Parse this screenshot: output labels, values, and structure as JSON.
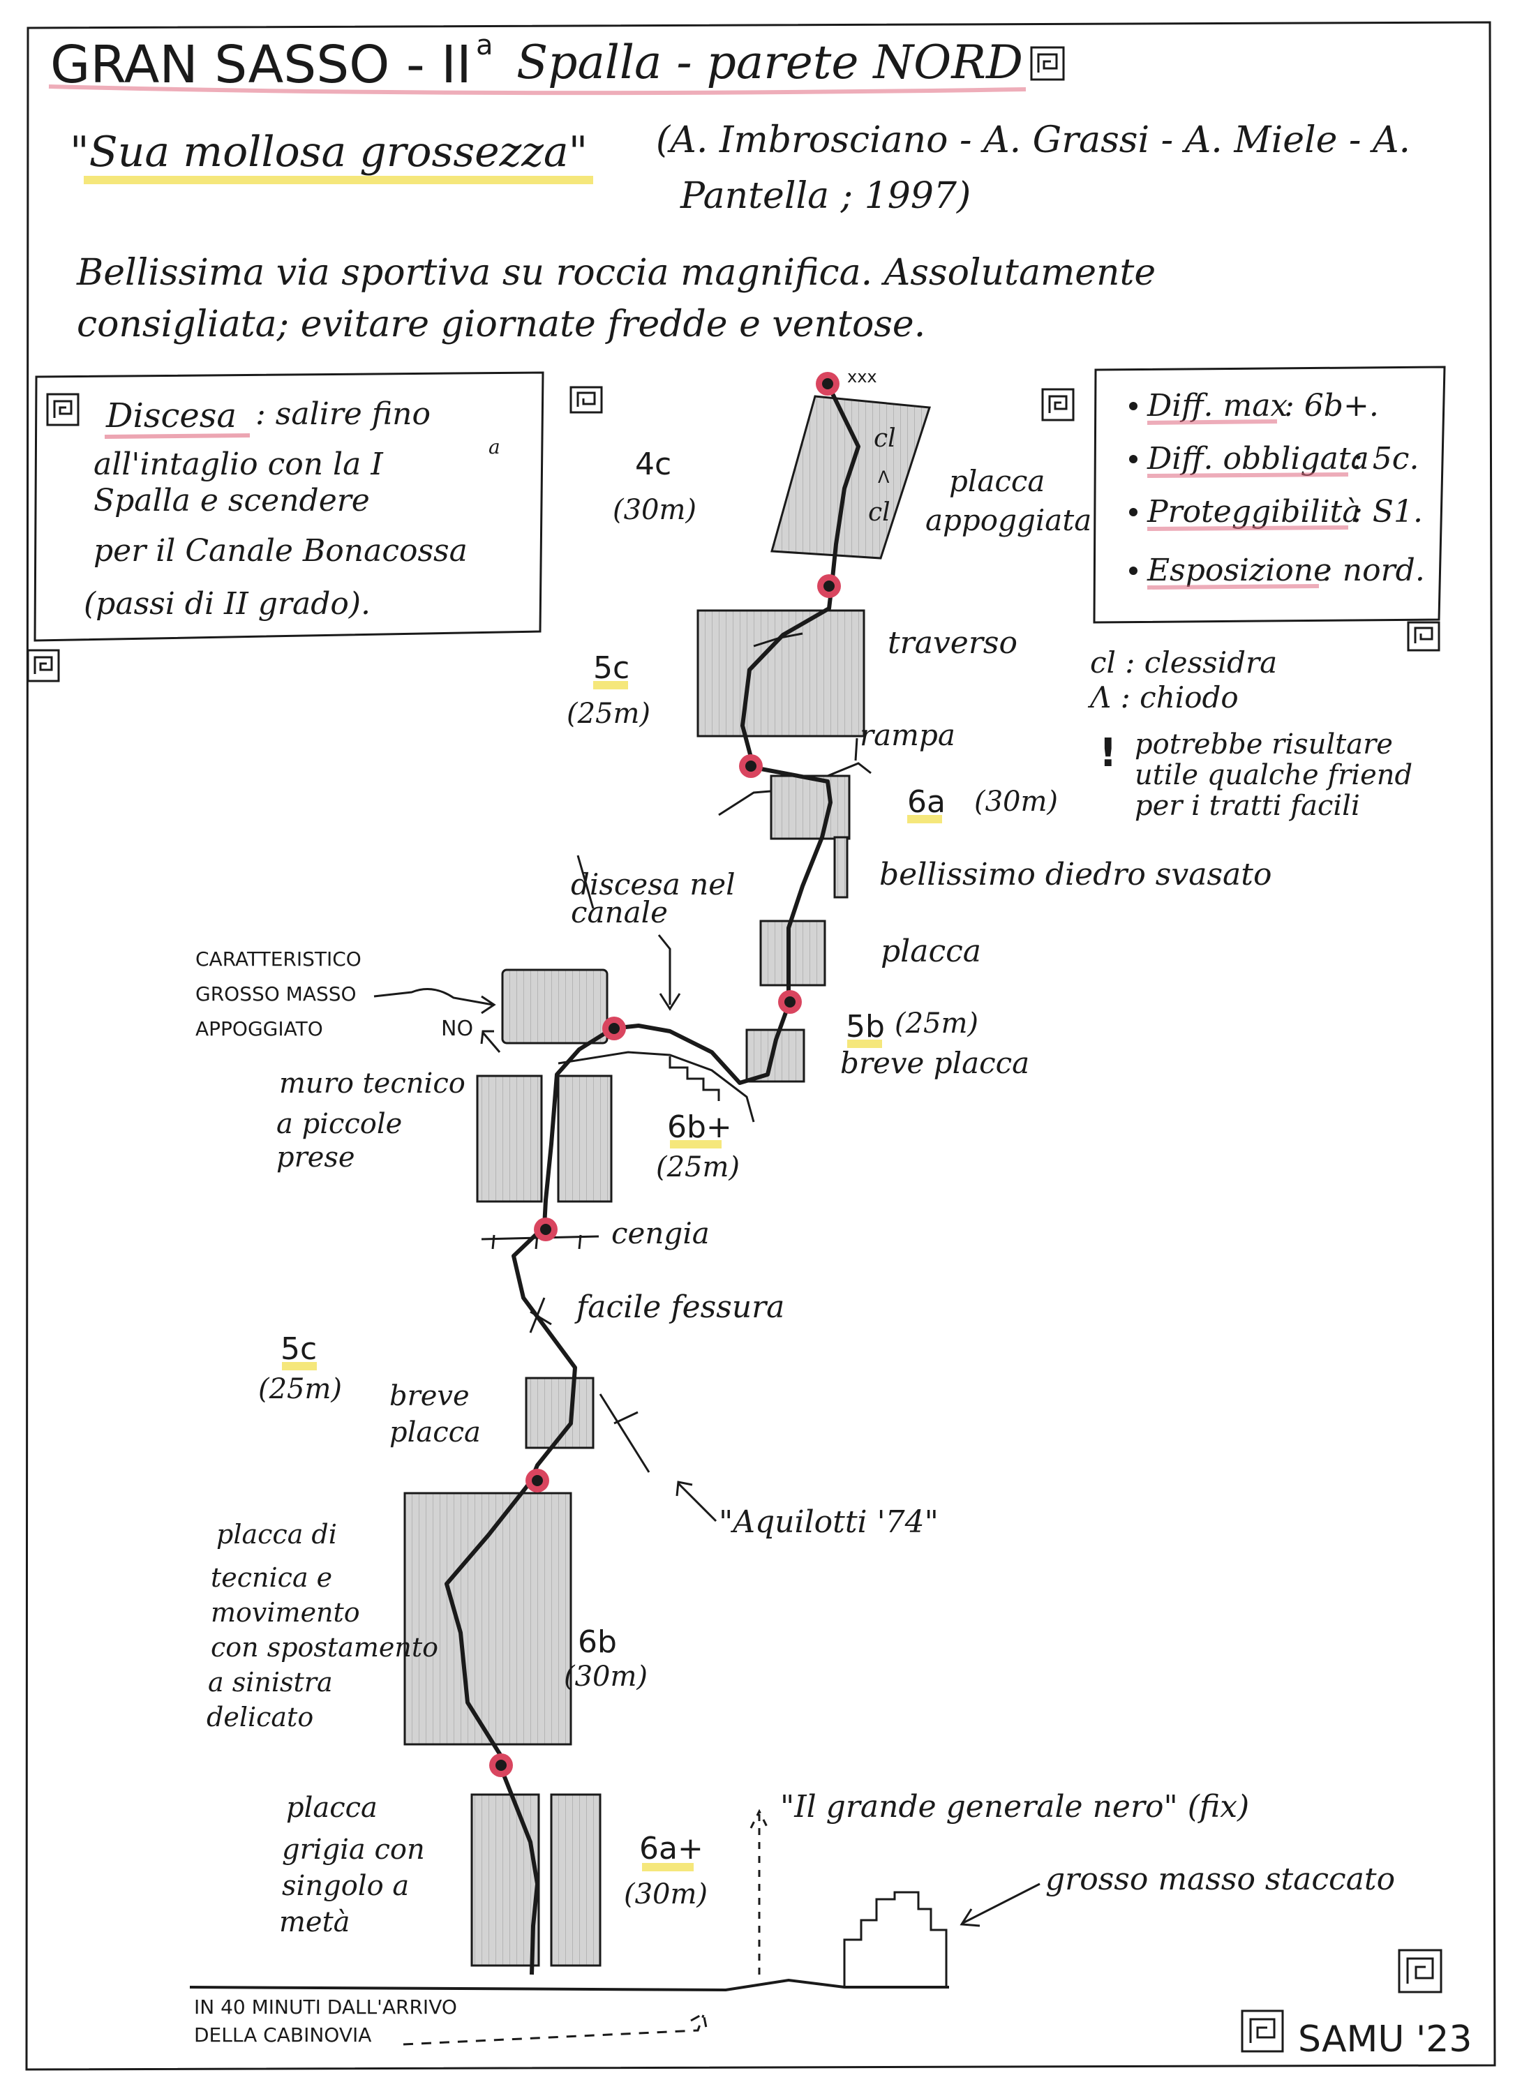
{
  "header": {
    "title": "GRAN SASSO - II",
    "title_sup": "a",
    "title_rest": "Spalla - parete NORD",
    "route_name": "\"Sua mollosa grossezza\"",
    "authors_line1": "(A. Imbrosciano - A. Grassi - A. Miele - A.",
    "authors_line2": "Pantella ; 1997)",
    "description_line1": "Bellissima via sportiva su roccia magnifica. Assolutamente",
    "description_line2": "consigliata; evitare giornate fredde e ventose."
  },
  "descent": {
    "label": "Discesa",
    "line1": ": salire fino",
    "line2": "all'intaglio con la I",
    "line2_sup": "a",
    "line3": "Spalla e scendere",
    "line4": "per il Canale Bonacossa",
    "line5": "(passi di II grado)."
  },
  "info": {
    "items": [
      {
        "label": "Diff. max",
        "value": ": 6b+."
      },
      {
        "label": "Diff. obbligata",
        "value": ": 5c."
      },
      {
        "label": "Proteggibilità",
        "value": ": S1."
      },
      {
        "label": "Esposizione",
        "value": ": nord."
      }
    ]
  },
  "legend": {
    "cl": "cl : clessidra",
    "chiodo": "Λ : chiodo",
    "bang": "!",
    "note_line1": "potrebbe risultare",
    "note_line2": "utile qualche friend",
    "note_line3": "per i tratti facili"
  },
  "pitches": [
    {
      "grade": "4c",
      "length": "(30m)"
    },
    {
      "grade": "5c",
      "length": "(25m)"
    },
    {
      "grade": "6a",
      "length": "(30m)"
    },
    {
      "grade": "5b",
      "length": "(25m)"
    },
    {
      "grade": "6b+",
      "length": "(25m)"
    },
    {
      "grade": "5c",
      "length": "(25m)"
    },
    {
      "grade": "6b",
      "length": "(30m)"
    },
    {
      "grade": "6a+",
      "length": "(30m)"
    }
  ],
  "annotations": {
    "xxx": "xxx",
    "cl_top": "cl",
    "chiodo_top": "Λ",
    "cl_bottom": "cl",
    "placca_appoggiata_1": "placca",
    "placca_appoggiata_2": "appoggiata",
    "traverso": "traverso",
    "rampa": "rampa",
    "diedro": "bellissimo diedro svasato",
    "placca": "placca",
    "breve_placca": "breve placca",
    "discesa_canale_1": "discesa nel",
    "discesa_canale_2": "canale",
    "masso_1": "CARATTERISTICO",
    "masso_2": "GROSSO MASSO",
    "masso_3": "APPOGGIATO",
    "no": "NO",
    "muro_1": "muro tecnico",
    "muro_2": "a piccole",
    "muro_3": "prese",
    "cengia": "cengia",
    "facile_fessura": "facile fessura",
    "breve_placca2_1": "breve",
    "breve_placca2_2": "placca",
    "aquilotti": "\"Aquilotti '74\"",
    "placca_tecnica_1": "placca di",
    "placca_tecnica_2": "tecnica e",
    "placca_tecnica_3": "movimento",
    "placca_tecnica_4": "con spostamento",
    "placca_tecnica_5": "a sinistra",
    "placca_tecnica_6": "delicato",
    "placca_grigia_1": "placca",
    "placca_grigia_2": "grigia con",
    "placca_grigia_3": "singolo a",
    "placca_grigia_4": "metà",
    "generale_nero": "\"Il grande generale nero\" (fix)",
    "grosso_masso": "grosso masso staccato",
    "approach_1": "IN 40 MINUTI DALL'ARRIVO",
    "approach_2": "DELLA CABINOVIA"
  },
  "signature": "SAMU '23",
  "colors": {
    "ink": "#1a1a1a",
    "belay": "#d9455f",
    "highlight_yellow": "#f3e15a",
    "underline_red": "#e06a80",
    "rock": "#cfcfcf"
  }
}
